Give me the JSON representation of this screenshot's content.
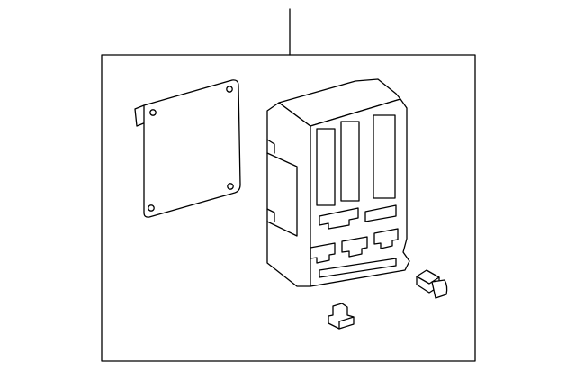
{
  "diagram": {
    "parts": [
      "leader-line",
      "assembly-frame",
      "cover-plate",
      "junction-block",
      "small-clip-a",
      "small-clip-b"
    ],
    "colors": {
      "line": "#000000",
      "background": "#ffffff"
    }
  }
}
